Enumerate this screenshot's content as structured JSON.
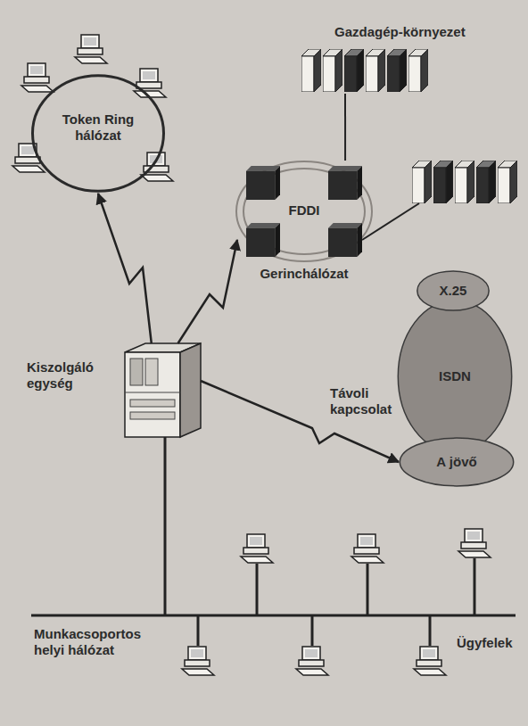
{
  "diagram": {
    "nodes": [
      {
        "text": [
          "Gazdagép-környezet"
        ]
      },
      {
        "text": [
          "Token Ring hálózat"
        ]
      },
      {
        "text": [
          "FDDI",
          "Gerinchálózat"
        ]
      },
      {
        "text": [
          "X.25"
        ]
      },
      {
        "text": [
          "Kiszolgáló egység"
        ]
      },
      {
        "text": [
          "ISDN"
        ]
      },
      {
        "text": [
          "A jövő"
        ]
      }
    ],
    "edges": [
      {
        "from": 4,
        "to": 1,
        "arrow": "to"
      },
      {
        "from": 4,
        "to": 2,
        "arrow": "to"
      },
      {
        "from": 4,
        "to": 6,
        "label": "Távoli kapcsolat",
        "arrow": "to"
      },
      {
        "from": 2,
        "to": 0,
        "arrow": "none"
      }
    ],
    "labels": [
      "Munkacsoportos helyi hálózat",
      "Ügyfelek"
    ]
  }
}
